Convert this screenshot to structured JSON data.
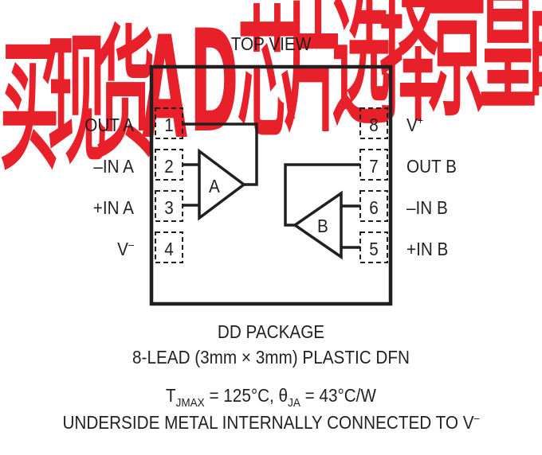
{
  "watermark": {
    "text": "买现货AD芯片选择京皇电子",
    "color": "#e8202a"
  },
  "title": "TOP VIEW",
  "pins": [
    {
      "number": "1",
      "label": "OUT A"
    },
    {
      "number": "2",
      "label": "–IN A"
    },
    {
      "number": "3",
      "label": "+IN A"
    },
    {
      "number": "4",
      "label": "V",
      "label_sup": "–"
    },
    {
      "number": "5",
      "label": "+IN B"
    },
    {
      "number": "6",
      "label": "–IN B"
    },
    {
      "number": "7",
      "label": "OUT B"
    },
    {
      "number": "8",
      "label": "V",
      "label_sup": "+"
    }
  ],
  "amplifiers": {
    "a": "A",
    "b": "B"
  },
  "package": {
    "name": "DD PACKAGE",
    "description": "8-LEAD (3mm × 3mm) PLASTIC DFN",
    "tjmax_symbol": "T",
    "tjmax_sub": "JMAX",
    "tjmax_rest": " = 125°C, θ",
    "theta_sub": "JA",
    "theta_rest": " = 43°C/W",
    "note": "UNDERSIDE METAL INTERNALLY CONNECTED TO V",
    "note_sup": "–"
  },
  "colors": {
    "ink": "#231f20",
    "watermark": "#e8202a"
  }
}
